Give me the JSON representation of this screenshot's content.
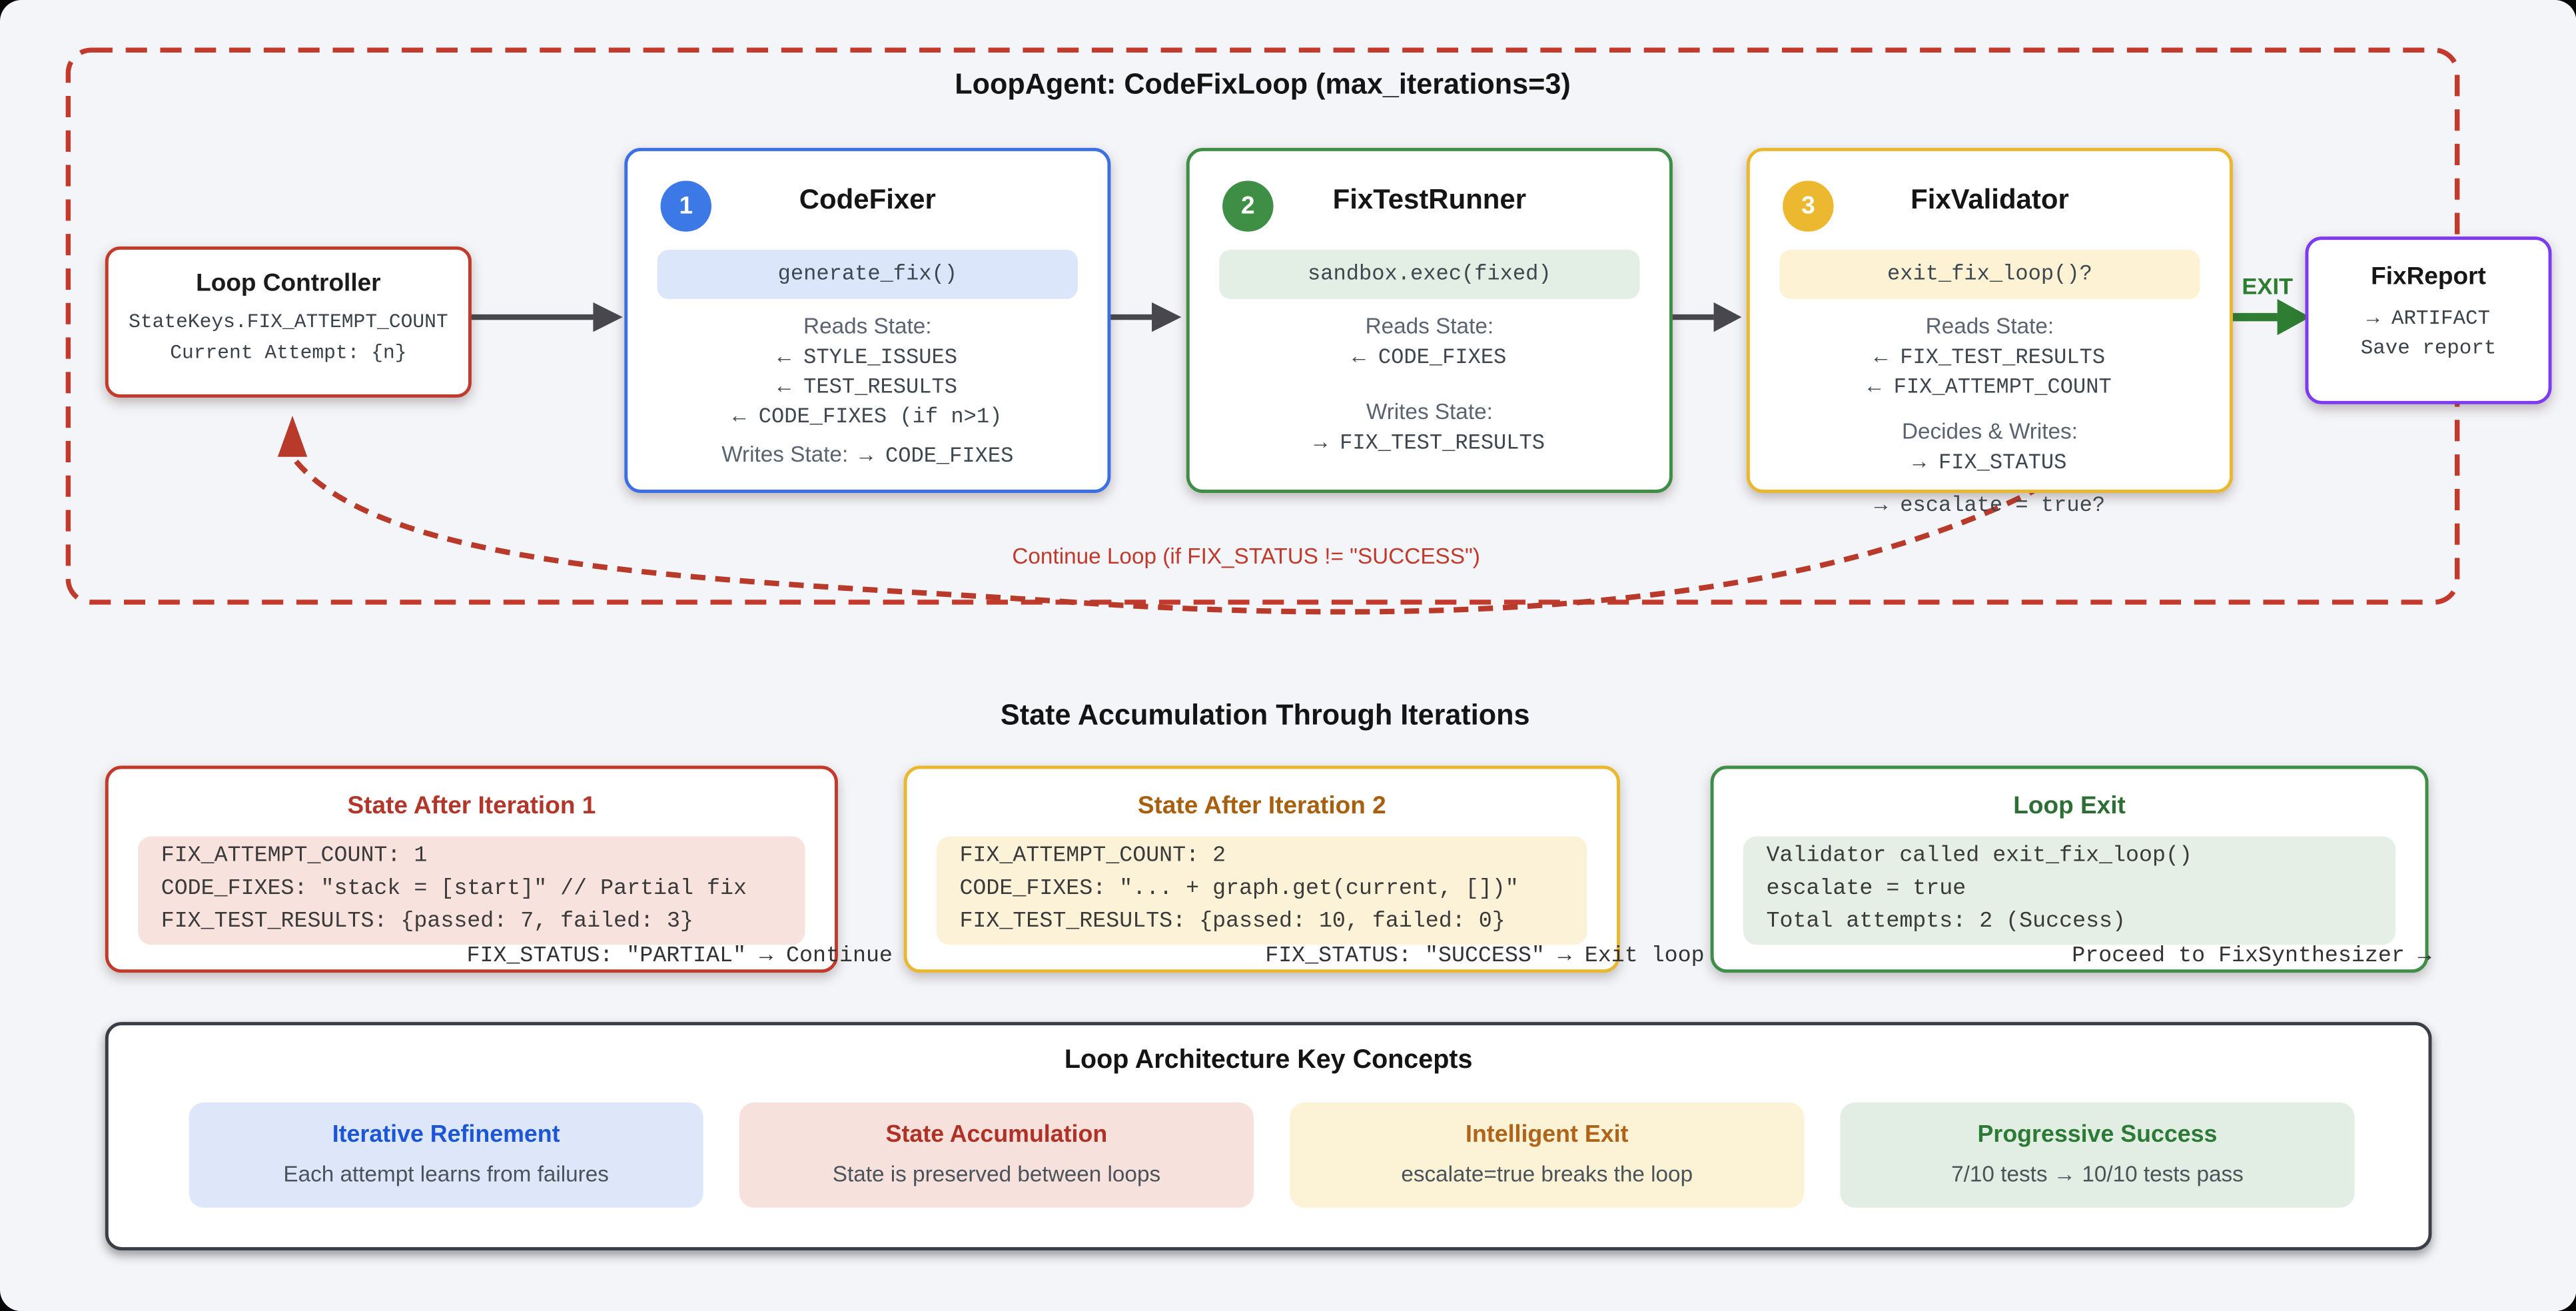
{
  "loop": {
    "title": "LoopAgent: CodeFixLoop (max_iterations=3)",
    "controller": {
      "title": "Loop Controller",
      "line1": "StateKeys.FIX_ATTEMPT_COUNT",
      "line2": "Current Attempt: {n}"
    },
    "agents": [
      {
        "badge": "1",
        "title": "CodeFixer",
        "code": "generate_fix()",
        "reads_label": "Reads State:",
        "reads": [
          "← STYLE_ISSUES",
          "← TEST_RESULTS",
          "← CODE_FIXES (if n>1)"
        ],
        "writes_label": "Writes State:",
        "writes_inline": "→ CODE_FIXES"
      },
      {
        "badge": "2",
        "title": "FixTestRunner",
        "code": "sandbox.exec(fixed)",
        "reads_label": "Reads State:",
        "reads": [
          "← CODE_FIXES"
        ],
        "writes_label": "Writes State:",
        "writes": [
          "→ FIX_TEST_RESULTS"
        ]
      },
      {
        "badge": "3",
        "title": "FixValidator",
        "code": "exit_fix_loop()?",
        "reads_label": "Reads State:",
        "reads": [
          "← FIX_TEST_RESULTS",
          "← FIX_ATTEMPT_COUNT"
        ],
        "writes_label": "Decides & Writes:",
        "writes": [
          "→ FIX_STATUS",
          "→ escalate = true?"
        ]
      }
    ],
    "exit_label": "EXIT",
    "report": {
      "title": "FixReport",
      "line1": "→ ARTIFACT",
      "line2": "Save report"
    },
    "continue_label": "Continue Loop (if FIX_STATUS != \"SUCCESS\")"
  },
  "states": {
    "title": "State Accumulation Through Iterations",
    "boxes": [
      {
        "title": "State After Iteration 1",
        "lines": [
          "FIX_ATTEMPT_COUNT: 1",
          "CODE_FIXES: \"stack = [start]\" // Partial fix",
          "FIX_TEST_RESULTS: {passed: 7, failed: 3}"
        ],
        "status": "FIX_STATUS: \"PARTIAL\" → Continue loop"
      },
      {
        "title": "State After Iteration 2",
        "lines": [
          "FIX_ATTEMPT_COUNT: 2",
          "CODE_FIXES: \"... + graph.get(current, [])\"",
          "FIX_TEST_RESULTS: {passed: 10, failed: 0}"
        ],
        "status": "FIX_STATUS: \"SUCCESS\" → Exit loop"
      },
      {
        "title": "Loop Exit",
        "lines": [
          "Validator called exit_fix_loop()",
          "escalate = true",
          "Total attempts: 2 (Success)"
        ],
        "status": "Proceed to FixSynthesizer →"
      }
    ]
  },
  "concepts": {
    "title": "Loop Architecture Key Concepts",
    "cards": [
      {
        "title": "Iterative Refinement",
        "subtitle": "Each attempt learns from failures"
      },
      {
        "title": "State Accumulation",
        "subtitle": "State is preserved between loops"
      },
      {
        "title": "Intelligent Exit",
        "subtitle": "escalate=true breaks the loop"
      },
      {
        "title": "Progressive Success",
        "subtitle": "7/10 tests → 10/10 tests pass"
      }
    ]
  },
  "colors": {
    "loop_bg": "#f9e4e0",
    "loop_border_red": "#c13a2c",
    "blue": "#3b6fe3",
    "green": "#3f8e46",
    "amber": "#eab830",
    "purple": "#7c3bf0",
    "exit_green": "#2e7d32",
    "continue_red": "#c0392b",
    "page_bg": "#f4f5f8"
  }
}
